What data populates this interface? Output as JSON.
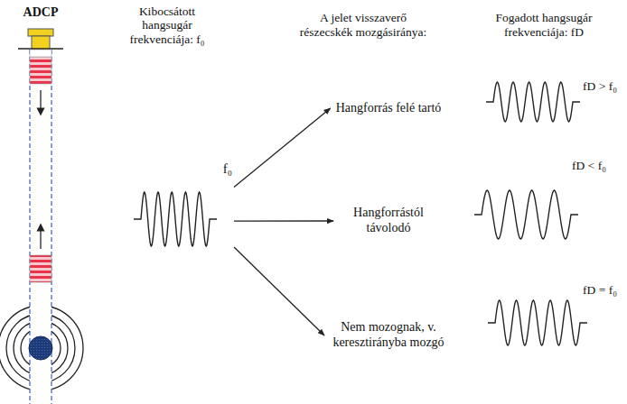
{
  "diagram": {
    "nodes": [
      {
        "text": [
          "f₀"
        ]
      },
      {
        "text": [
          "Hangforrás felé tartó"
        ]
      },
      {
        "text": [
          "Hangforrástól távolodó"
        ]
      },
      {
        "text": [
          "Nem mozognak, v. keresztirányba mozgó"
        ]
      }
    ],
    "edges": [
      {
        "from": 0,
        "to": 1,
        "arrow": "to"
      },
      {
        "from": 0,
        "to": 2,
        "arrow": "to"
      },
      {
        "from": 0,
        "to": 3,
        "arrow": "to"
      }
    ],
    "labels": [
      "ADCP",
      "Kibocsátott hangsugár frekvenciája: f₀",
      "A jelet visszaverő részecskék mozgásiránya:",
      "Fogadott hangsugár frekvenciája: fD",
      "fD > f₀",
      "fD < f₀",
      "fD = f₀"
    ]
  }
}
